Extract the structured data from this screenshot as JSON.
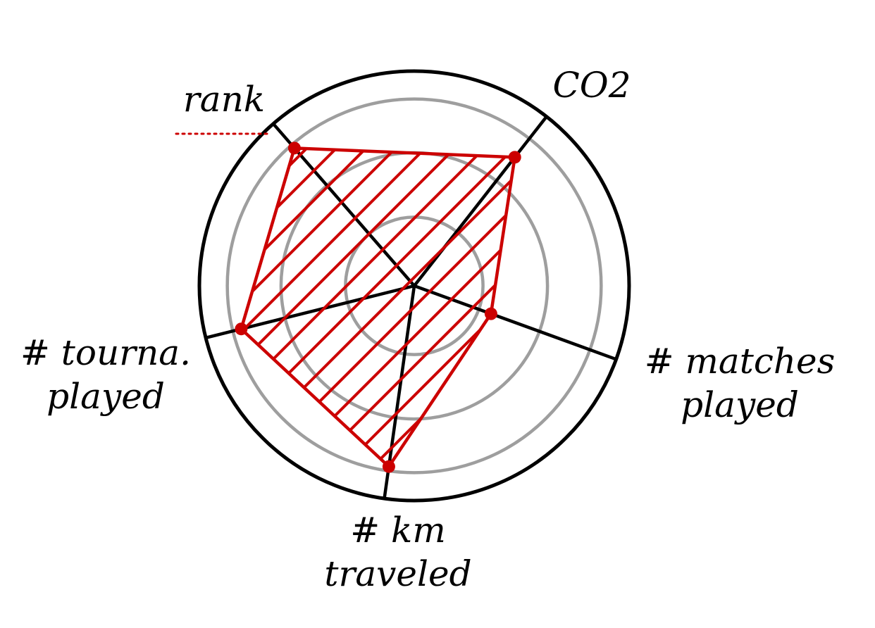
{
  "chart_data": {
    "type": "radar",
    "title": "",
    "axes": [
      {
        "label": "rank",
        "lines": [
          "rank"
        ]
      },
      {
        "label": "CO2",
        "lines": [
          "CO2"
        ]
      },
      {
        "label": "# matches played",
        "lines": [
          "# matches",
          "played"
        ]
      },
      {
        "label": "# km traveled",
        "lines": [
          "# km",
          "traveled"
        ]
      },
      {
        "label": "# tourna. played",
        "lines": [
          "# tourna.",
          "played"
        ]
      }
    ],
    "series": [
      {
        "values": [
          0.85,
          0.76,
          0.38,
          0.85,
          0.83
        ]
      }
    ],
    "rings": [
      0.32,
      0.62,
      0.87,
      1.0
    ],
    "hatched_fill": true,
    "rank_marker": "dotted"
  },
  "colors": {
    "outline": "#000000",
    "rings": "#9e9e9e",
    "series": "#cc0000",
    "background": "#ffffff"
  }
}
